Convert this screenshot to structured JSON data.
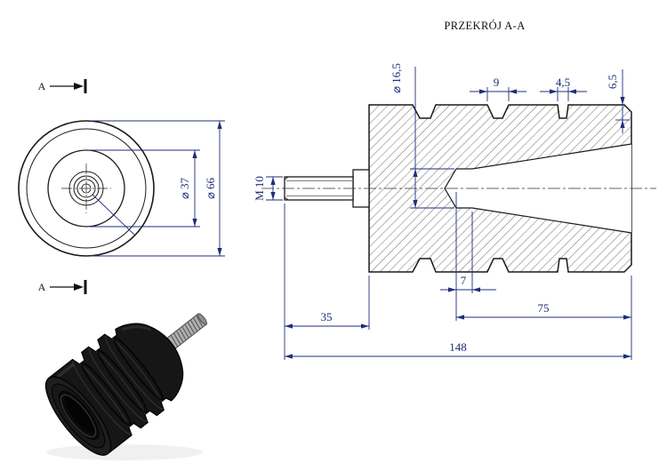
{
  "sheet": {
    "section_title": "PRZEKRÓJ A-A"
  },
  "front_view": {
    "section_mark_top": "A",
    "section_mark_bottom": "A",
    "dim_diameter_37": "⌀ 37",
    "dim_diameter_66": "⌀ 66"
  },
  "section_view": {
    "dim_bore_diameter": "⌀ 16,5",
    "dim_groove_width": "9",
    "dim_slot_width": "4,5",
    "dim_top_offset": "6,5",
    "dim_thread": "M 10",
    "dim_tip_length": "7",
    "dim_stud_length": "35",
    "dim_cone_length": "75",
    "dim_overall_length": "148"
  },
  "colors": {
    "background": "#ffffff",
    "outline": "#1a1a1a",
    "dimension": "#1f2d7a",
    "render_body": "#161616",
    "render_stud": "#b0b0b0"
  }
}
